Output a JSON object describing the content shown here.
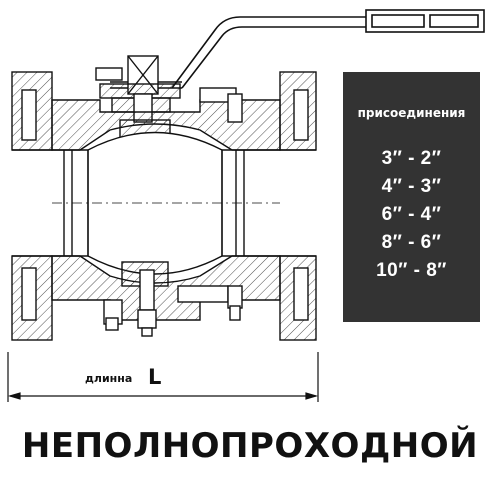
{
  "panel": {
    "title": "присоединения",
    "sizes": [
      "3″ - 2″",
      "4″ - 3″",
      "6″ - 4″",
      "8″ - 6″",
      "10″ - 8″"
    ]
  },
  "dimension": {
    "label": "длинна",
    "letter": "L"
  },
  "caption": "НЕПОЛНОПРОХОДНОЙ"
}
